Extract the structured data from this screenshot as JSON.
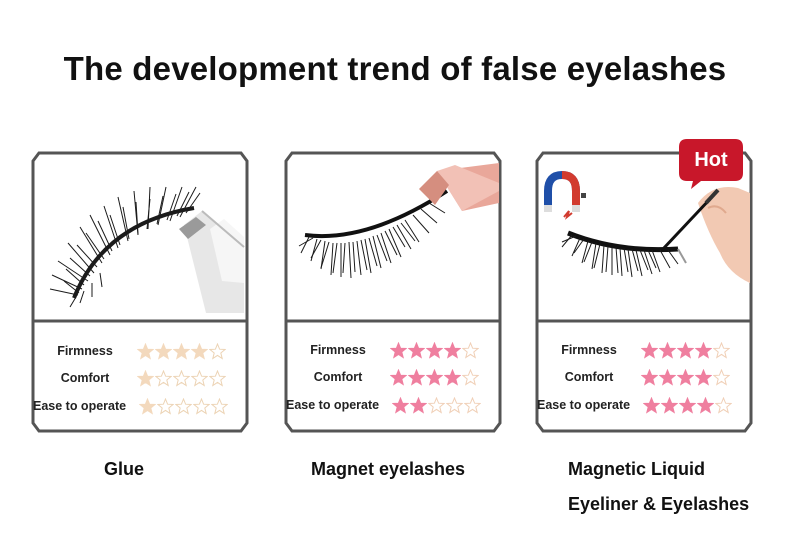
{
  "title": "The development trend of false eyelashes",
  "colors": {
    "frame": "#555555",
    "star_beige_filled": "#f3d9bd",
    "star_beige_empty": "#ecd3b4",
    "star_pink_filled": "#ef7f9f",
    "star_pink_empty": "#f0cfb6",
    "hot_badge": "#c8172a",
    "tweezer": "#e9a79a"
  },
  "cards": [
    {
      "caption": "Glue",
      "star_style": "beige",
      "image": "glue-bottle-with-lash-strip",
      "ratings": [
        {
          "label": "Firmness",
          "stars": 4,
          "max": 5
        },
        {
          "label": "Comfort",
          "stars": 1,
          "max": 5
        },
        {
          "label": "Ease to operate",
          "stars": 1,
          "max": 5
        }
      ]
    },
    {
      "caption": "Magnet eyelashes",
      "star_style": "pink",
      "image": "tweezers-holding-magnetic-lash",
      "ratings": [
        {
          "label": "Firmness",
          "stars": 4,
          "max": 5
        },
        {
          "label": "Comfort",
          "stars": 4,
          "max": 5
        },
        {
          "label": "Ease to operate",
          "stars": 2,
          "max": 5
        }
      ]
    },
    {
      "caption_line1": "Magnetic Liquid",
      "caption_line2": "Eyeliner & Eyelashes",
      "star_style": "pink",
      "badge": "Hot",
      "image": "hand-applying-magnetic-eyeliner",
      "icon": "horseshoe-magnet-icon",
      "ratings": [
        {
          "label": "Firmness",
          "stars": 4,
          "max": 5
        },
        {
          "label": "Comfort",
          "stars": 4,
          "max": 5
        },
        {
          "label": "Ease to operate",
          "stars": 4,
          "max": 5
        }
      ]
    }
  ]
}
